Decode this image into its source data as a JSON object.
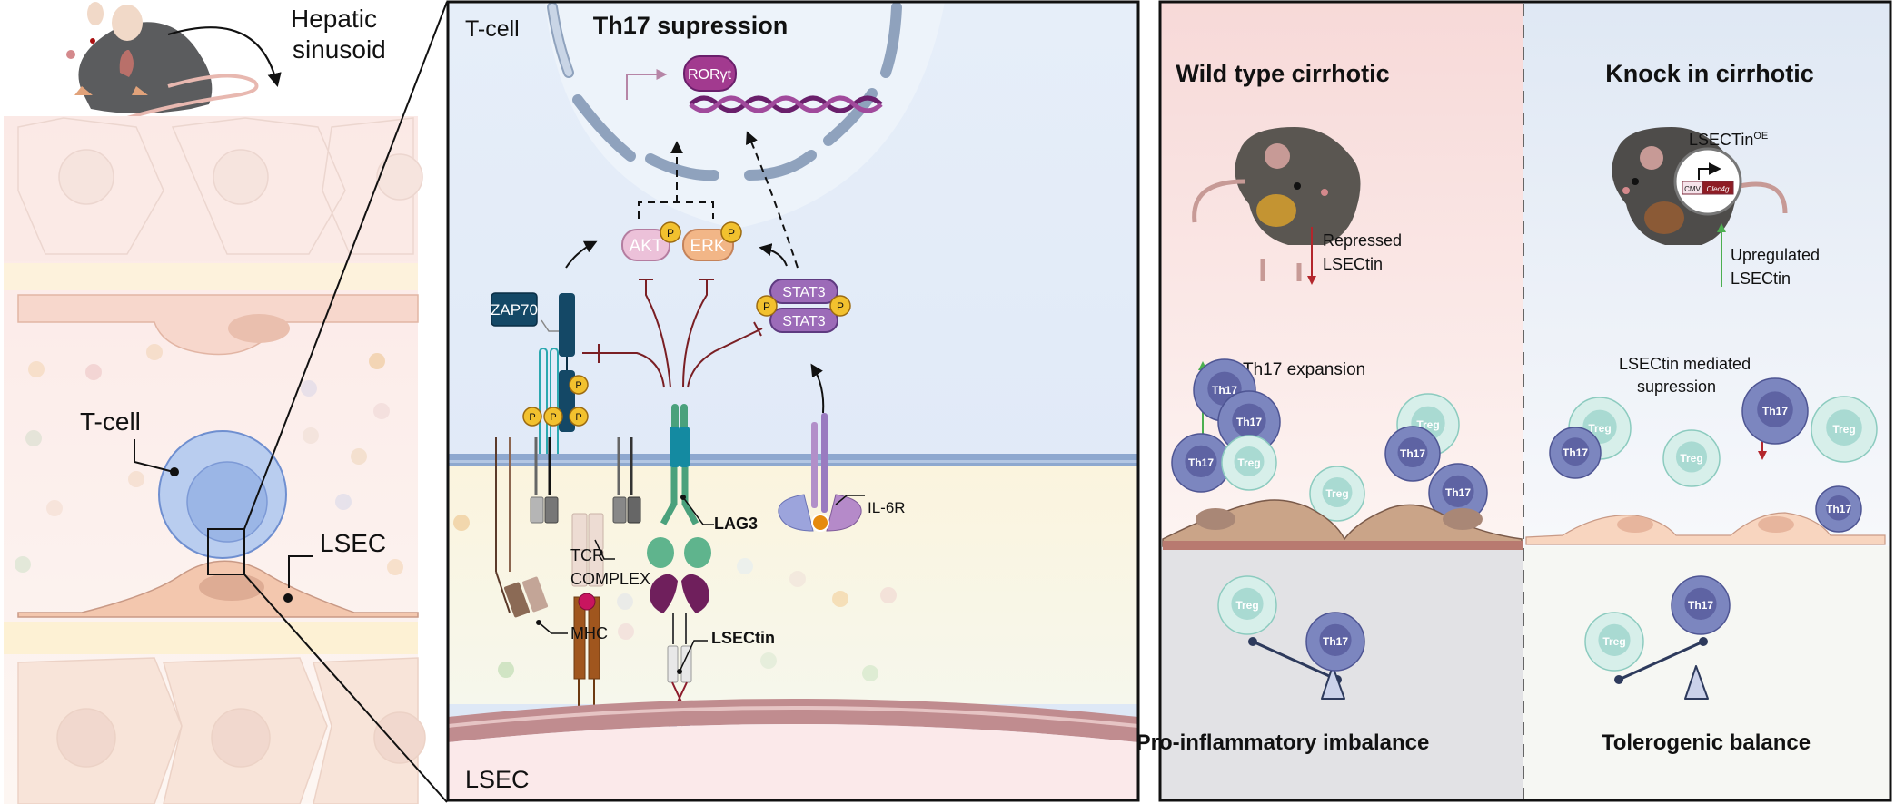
{
  "left_panel": {
    "organ_label_line1": "Hepatic",
    "organ_label_line2": "sinusoid",
    "tcell_label": "T-cell",
    "lsec_label": "LSEC"
  },
  "center_panel": {
    "title": "Th17 supression",
    "top_region_label": "T-cell",
    "bottom_region_label": "LSEC",
    "transcription_factor": "RORγt",
    "kinases": [
      {
        "name": "AKT",
        "phospho": "P"
      },
      {
        "name": "ERK",
        "phospho": "P"
      }
    ],
    "stat3_top": "STAT3",
    "stat3_bottom": "STAT3",
    "phospho": "P",
    "zap70": "ZAP70",
    "lag3": "LAG3",
    "il6r": "IL-6R",
    "tcr_line1": "TCR",
    "tcr_line2": "COMPLEX",
    "mhc": "MHC",
    "lsectin": "LSECtin"
  },
  "right_panel": {
    "wild_type": {
      "title": "Wild type cirrhotic",
      "mouse_note_line1": "Repressed",
      "mouse_note_line2": "LSECtin",
      "expansion_label": "Th17 expansion",
      "outcome": "Pro-inflammatory imbalance",
      "cells": [
        "Th17",
        "Th17",
        "Th17",
        "Treg",
        "Treg",
        "Th17",
        "Treg",
        "Th17"
      ],
      "balance_left": "Treg",
      "balance_right": "Th17"
    },
    "knock_in": {
      "title": "Knock in cirrhotic",
      "construct_label": "LSECTin",
      "construct_superscript": "OE",
      "promoter": "CMV",
      "gene": "Clec4g",
      "mouse_note_line1": "Upregulated",
      "mouse_note_line2": "LSECtin",
      "suppression_line1": "LSECtin mediated",
      "suppression_line2": "supression",
      "outcome": "Tolerogenic balance",
      "cells": [
        "Treg",
        "Th17",
        "Treg",
        "Th17",
        "Treg",
        "Th17"
      ],
      "balance_left": "Treg",
      "balance_right": "Th17"
    }
  },
  "colors": {
    "th17": "#7c86bf",
    "th17_nucleus": "#5e63a3",
    "treg": "#d7efea",
    "treg_nucleus": "#a9dad2",
    "inhibit": "#7a1f24",
    "up_arrow": "#4caf50",
    "down_arrow": "#b3262c"
  }
}
